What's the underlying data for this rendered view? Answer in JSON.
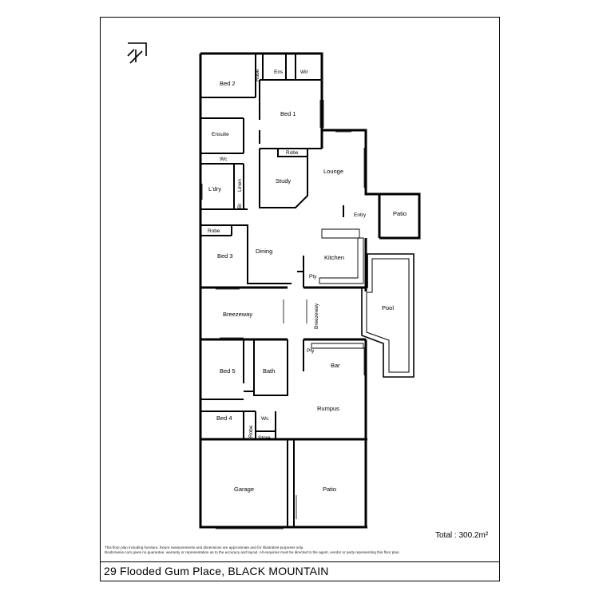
{
  "address": "29 Flooded Gum Place, BLACK MOUNTAIN",
  "total_area": "Total : 300.2m²",
  "disclaimer": [
    "This floor plan including furniture, fixture measurements and dimensions are approximate and for illustrative purposes only.",
    "Boxbrownie.com gives no guarantee, warranty or representation as to the accuracy and layout. All enquiries must be directed to the agent, vendor or party representing this floor plan."
  ],
  "rooms": {
    "bed2": "Bed 2",
    "robe_bed2": "Robe",
    "ens": "Ens",
    "wir": "Wir",
    "bed1": "Bed 1",
    "ensuite": "Ensuite",
    "wc_top": "Wc",
    "robe_bed1": "Robe",
    "study": "Study",
    "lounge": "Lounge",
    "ldry": "L'dry",
    "linen": "Linen",
    "br": "Br",
    "entry": "Entry",
    "patio_entry": "Patio",
    "robe_bed3": "Robe",
    "bed3": "Bed 3",
    "dining": "Dining",
    "kitchen": "Kitchen",
    "pty_kitchen": "Pty",
    "pool": "Pool",
    "breezeway_left": "Breezeway",
    "breezeway_vertical": "Breezeway",
    "pty_bar": "Pty",
    "bar": "Bar",
    "bed5": "Bed 5",
    "bath": "Bath",
    "rumpus": "Rumpus",
    "bed4": "Bed 4",
    "wc_bottom": "Wc",
    "robe_bed4": "Robe",
    "store": "Store",
    "garage": "Garage",
    "patio_rear": "Patio"
  },
  "icons": {
    "compass": "north-arrow-icon"
  }
}
